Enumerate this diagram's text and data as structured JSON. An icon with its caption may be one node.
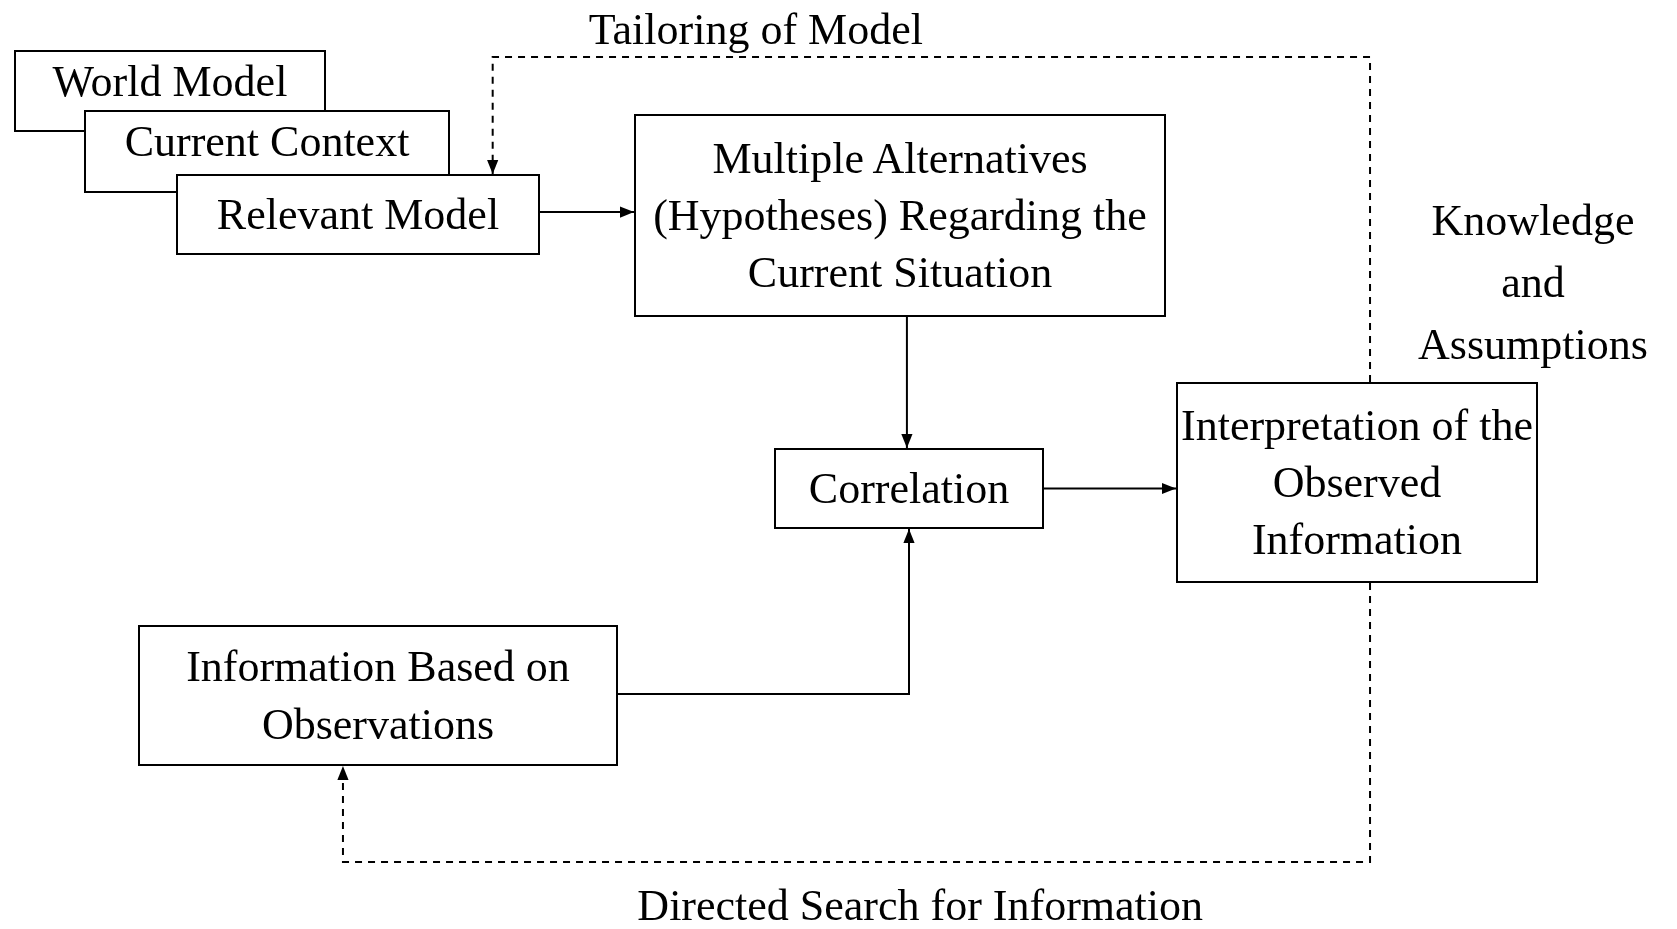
{
  "diagram": {
    "nodes": [
      {
        "text": [
          "World Model"
        ]
      },
      {
        "text": [
          "Current Context"
        ]
      },
      {
        "text": [
          "Relevant Model"
        ]
      },
      {
        "text": [
          "Multiple Alternatives (Hypotheses) Regarding the Current Situation"
        ]
      },
      {
        "text": [
          "Correlation"
        ]
      },
      {
        "text": [
          "Interpretation of the Observed Information"
        ]
      },
      {
        "text": [
          "Information Based on Observations"
        ]
      }
    ],
    "edges": [
      {
        "from": 2,
        "to": 3,
        "arrow": "to"
      },
      {
        "from": 3,
        "to": 4,
        "arrow": "to"
      },
      {
        "from": 6,
        "to": 4,
        "arrow": "to"
      },
      {
        "from": 4,
        "to": 5,
        "arrow": "to"
      },
      {
        "from": 5,
        "to": 2,
        "arrow": "to",
        "style": "dashed",
        "label": "Tailoring of Model"
      },
      {
        "from": 5,
        "to": 6,
        "arrow": "to",
        "style": "dashed",
        "label": "Directed Search for Information"
      }
    ],
    "labels": [
      "Knowledge and Assumptions"
    ]
  }
}
